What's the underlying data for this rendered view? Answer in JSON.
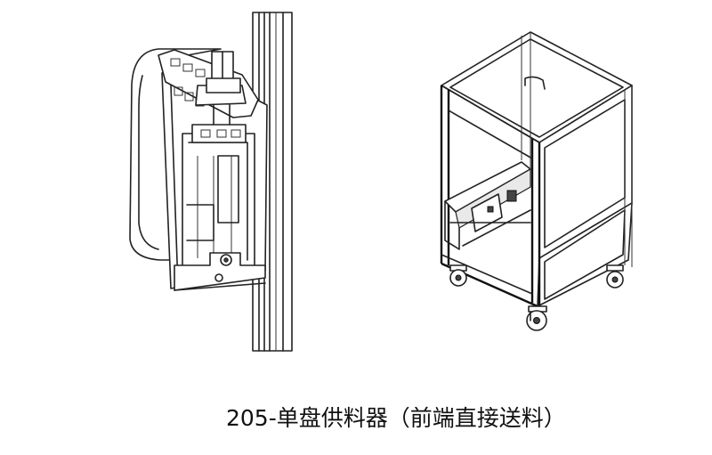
{
  "figure": {
    "caption": "205-单盘供料器（前端直接送料）",
    "left_view": "feeder-side-view-drawing",
    "right_view": "cart-isometric-drawing"
  }
}
